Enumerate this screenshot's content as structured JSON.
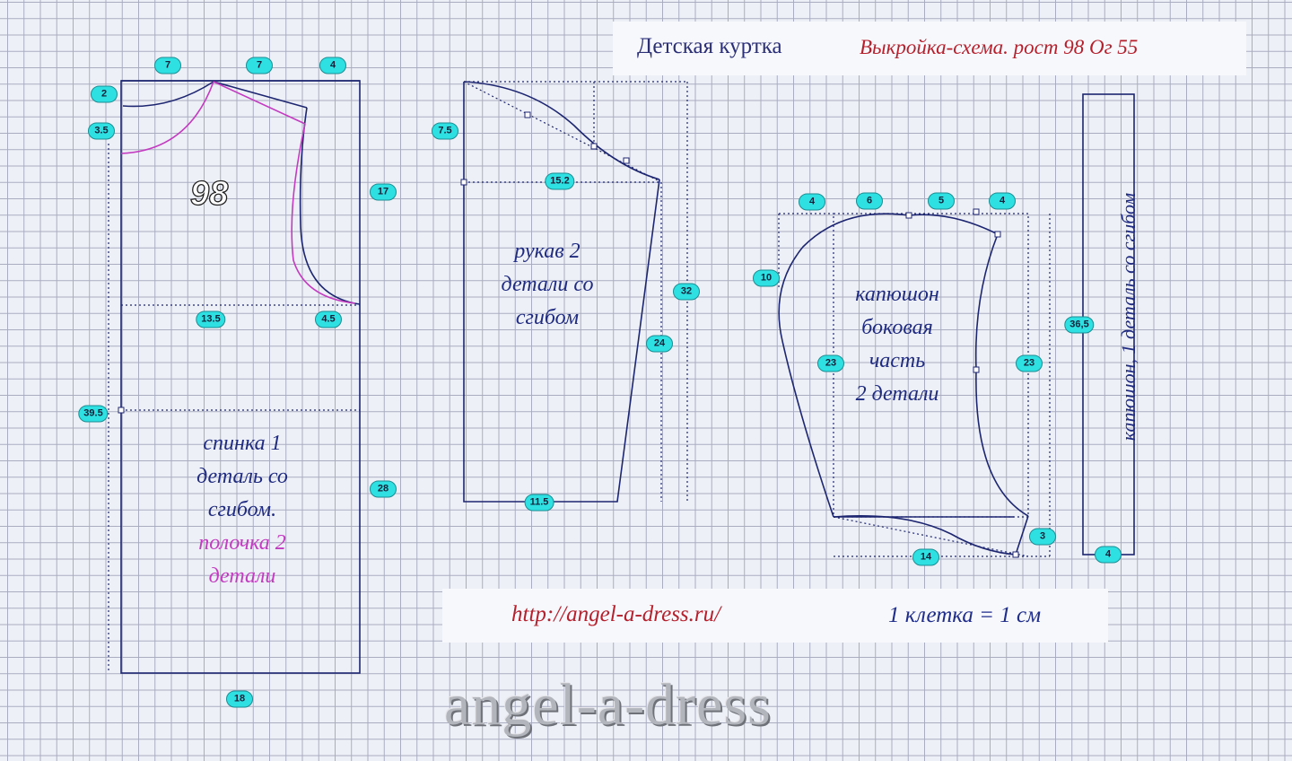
{
  "header": {
    "title": "Детская куртка",
    "subtitle": "Выкройка-схема.  рост 98   Ог  55"
  },
  "footer": {
    "url": "http://angel-a-dress.ru/",
    "scale": "1 клетка = 1 см"
  },
  "watermark": "angel-a-dress",
  "pieces": {
    "back": {
      "size": "98",
      "label_lines": [
        "спинка 1",
        "деталь со",
        "сгибом."
      ],
      "front_label_lines": [
        "полочка 2",
        "детали"
      ]
    },
    "sleeve": {
      "label_lines": [
        "рукав 2",
        "детали со",
        "сгибом"
      ]
    },
    "hood_side": {
      "label_lines": [
        "капюшон",
        "боковая",
        "часть",
        "2 детали"
      ]
    },
    "hood_strip": {
      "label": "капюшон, 1 деталь со сгибом"
    }
  },
  "measurements": {
    "back_top_1": "7",
    "back_top_2": "7",
    "back_top_3": "4",
    "back_neck_depth": "2",
    "front_neck_depth": "3.5",
    "back_armhole": "17",
    "back_chest": "13.5",
    "back_chest_side": "4.5",
    "back_length": "39.5",
    "back_side": "28",
    "back_hem": "18",
    "sleeve_cap": "7.5",
    "sleeve_width": "15.2",
    "sleeve_length": "32",
    "sleeve_seam": "24",
    "sleeve_hem": "11.5",
    "hood_top_1": "4",
    "hood_top_2": "6",
    "hood_top_3": "5",
    "hood_top_4": "4",
    "hood_front": "10",
    "hood_height_left": "23",
    "hood_height_right": "23",
    "hood_bottom": "14",
    "hood_corner": "3",
    "strip_length": "36,5",
    "strip_width": "4"
  },
  "colors": {
    "outline": "#1d2670",
    "front_line": "#c23bc0",
    "badge": "#2ee0e2",
    "url": "#b5202d"
  }
}
